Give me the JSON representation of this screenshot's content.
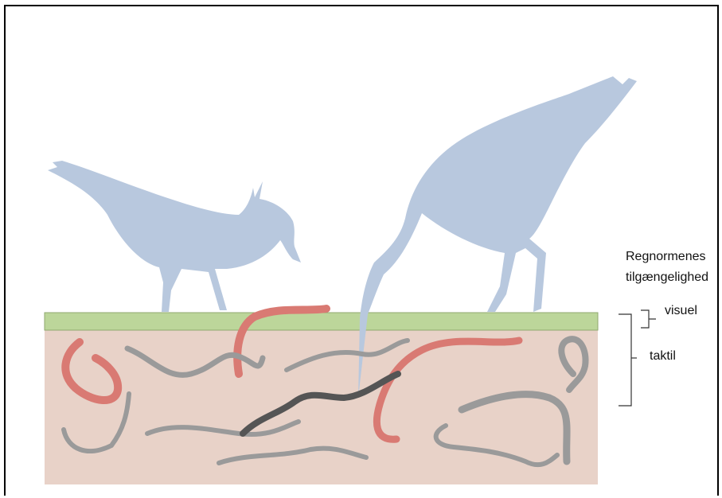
{
  "diagram": {
    "title_line1": "Regnormenes",
    "title_line2": "tilgængelighed",
    "label_visual": "visuel",
    "label_tactile": "taktil"
  },
  "colors": {
    "bird": "#b8c8de",
    "soil": "#e8d2c8",
    "grass": "#bcd69a",
    "worm_red": "#d97a73",
    "worm_grey": "#9a9a9a",
    "worm_dark": "#555555"
  },
  "icons": [
    "lapwing-silhouette",
    "godwit-silhouette",
    "earthworm"
  ]
}
